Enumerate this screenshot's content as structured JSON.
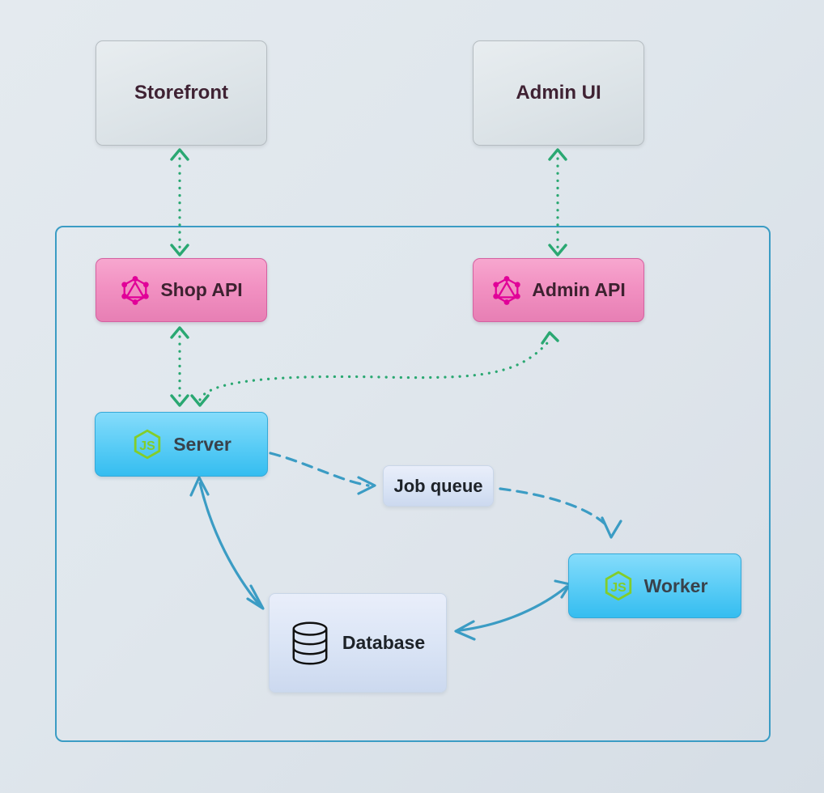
{
  "diagram": {
    "title": "Vendure architecture diagram",
    "background_color": "#dfe6ec",
    "container": {
      "name": "server-container",
      "border_color": "#3b9cc4"
    },
    "nodes": [
      {
        "id": "storefront",
        "label": "Storefront",
        "type": "client",
        "icon": "none",
        "color": "#dde4e8"
      },
      {
        "id": "admin-ui",
        "label": "Admin UI",
        "type": "client",
        "icon": "none",
        "color": "#dde4e8"
      },
      {
        "id": "shop-api",
        "label": "Shop API",
        "type": "api",
        "icon": "graphql-icon",
        "color": "#f291c2"
      },
      {
        "id": "admin-api",
        "label": "Admin API",
        "type": "api",
        "icon": "graphql-icon",
        "color": "#f291c2"
      },
      {
        "id": "server",
        "label": "Server",
        "type": "service",
        "icon": "nodejs-icon",
        "color": "#5ccdf6"
      },
      {
        "id": "worker",
        "label": "Worker",
        "type": "service",
        "icon": "nodejs-icon",
        "color": "#5ccdf6"
      },
      {
        "id": "job-queue",
        "label": "Job queue",
        "type": "pale",
        "icon": "none",
        "color": "#dbe5f6"
      },
      {
        "id": "database",
        "label": "Database",
        "type": "pale",
        "icon": "database-icon",
        "color": "#dbe5f6"
      }
    ],
    "edges": [
      {
        "from": "storefront",
        "to": "shop-api",
        "style": "dotted",
        "color": "#2aa872",
        "arrows": "both"
      },
      {
        "from": "admin-ui",
        "to": "admin-api",
        "style": "dotted",
        "color": "#2aa872",
        "arrows": "both"
      },
      {
        "from": "shop-api",
        "to": "server",
        "style": "dotted",
        "color": "#2aa872",
        "arrows": "both"
      },
      {
        "from": "server",
        "to": "admin-api",
        "style": "dotted",
        "color": "#2aa872",
        "arrows": "both"
      },
      {
        "from": "server",
        "to": "job-queue",
        "style": "dashed",
        "color": "#3b9cc4",
        "arrows": "end"
      },
      {
        "from": "job-queue",
        "to": "worker",
        "style": "dashed",
        "color": "#3b9cc4",
        "arrows": "end"
      },
      {
        "from": "server",
        "to": "database",
        "style": "solid",
        "color": "#3b9cc4",
        "arrows": "both"
      },
      {
        "from": "worker",
        "to": "database",
        "style": "solid",
        "color": "#3b9cc4",
        "arrows": "both"
      }
    ],
    "icon_colors": {
      "graphql": "#e10098",
      "nodejs": "#83cd29",
      "database": "#111111"
    }
  }
}
